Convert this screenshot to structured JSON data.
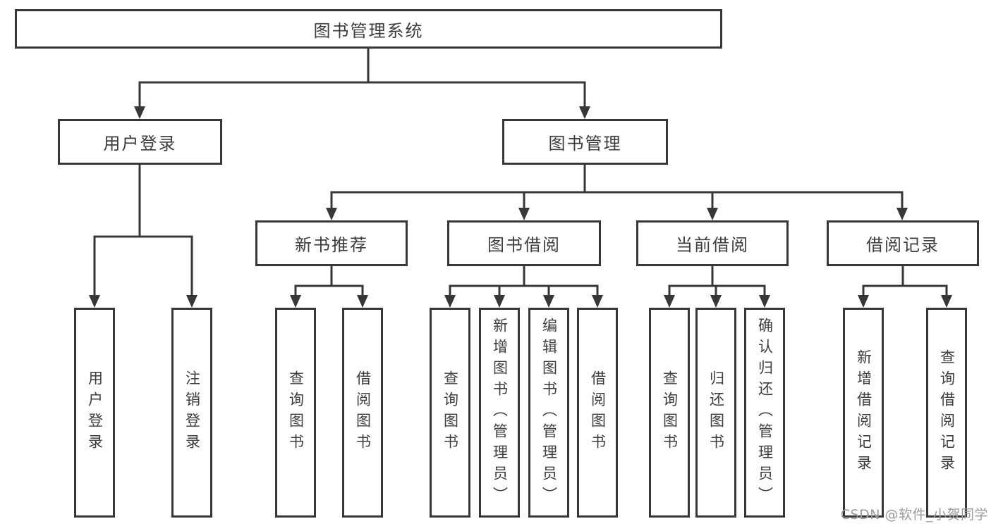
{
  "diagram": {
    "root": {
      "label": "图书管理系统"
    },
    "level2": [
      {
        "label": "用户登录",
        "children": [
          "用户登录",
          "注销登录"
        ]
      },
      {
        "label": "图书管理"
      }
    ],
    "level3": [
      {
        "label": "新书推荐",
        "children": [
          "查询图书",
          "借阅图书"
        ]
      },
      {
        "label": "图书借阅",
        "children": [
          "查询图书",
          "新增图书（管理员）",
          "编辑图书（管理员）",
          "借阅图书"
        ]
      },
      {
        "label": "当前借阅",
        "children": [
          "查询图书",
          "归还图书",
          "确认归还（管理员）"
        ]
      },
      {
        "label": "借阅记录",
        "children": [
          "新增借阅记录",
          "查询借阅记录"
        ]
      }
    ]
  },
  "watermark": {
    "text": "CSDN @软件_小贺同学"
  },
  "colors": {
    "line": "#373737",
    "box_border": "#373737",
    "text": "#3d3d3d",
    "watermark_text": "#9b9b9b",
    "background": "#ffffff"
  }
}
